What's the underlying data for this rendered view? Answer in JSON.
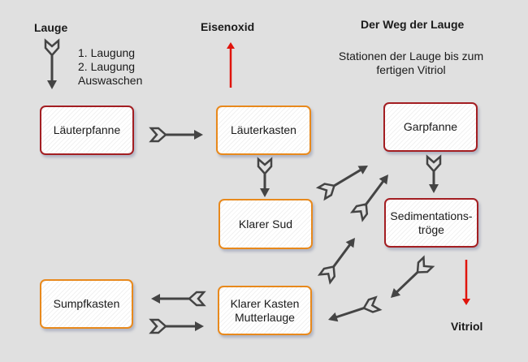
{
  "title": "Der Weg der Lauge",
  "subtitle": "Stationen der Lauge bis zum fertigen Vitriol",
  "input": {
    "label": "Lauge",
    "steps": [
      "1. Laugung",
      "2. Laugung",
      "Auswaschen"
    ]
  },
  "outputs": {
    "eisenoxid": "Eisenoxid",
    "vitriol": "Vitriol"
  },
  "nodes": {
    "laeuterpfanne": "Läuterpfanne",
    "laeuterkasten": "Läuterkasten",
    "garpfanne": "Garpfanne",
    "klarer_sud": "Klarer Sud",
    "sedimentation": "Sedimentations-\ntröge",
    "sumpfkasten": "Sumpfkasten",
    "klarer_kasten": "Klarer Kasten\nMutterlauge"
  },
  "colors": {
    "station_red": "#a31e22",
    "station_orange": "#e8891c",
    "arrow": "#444444",
    "output_arrow": "#e0140c"
  }
}
